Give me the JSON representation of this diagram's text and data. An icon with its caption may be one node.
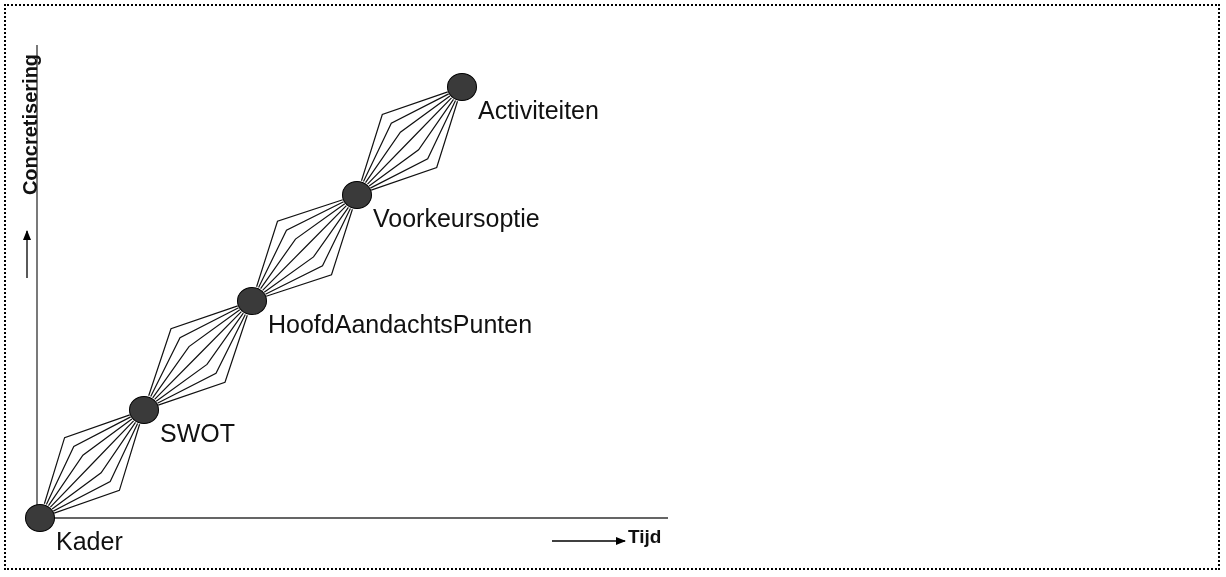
{
  "diagram": {
    "nodes": [
      {
        "text": [],
        "shape": "circle",
        "beside": [
          "Kader"
        ]
      },
      {
        "text": [],
        "shape": "circle",
        "beside": [
          "SWOT"
        ]
      },
      {
        "text": [],
        "shape": "circle",
        "beside": [
          "HoofdAandachtsPunten"
        ]
      },
      {
        "text": [],
        "shape": "circle",
        "beside": [
          "Voorkeursoptie"
        ]
      },
      {
        "text": [],
        "shape": "circle",
        "beside": [
          "Activiteiten"
        ]
      }
    ],
    "edges": [
      {
        "from": 0,
        "to": 1,
        "arrow": "none"
      },
      {
        "from": 1,
        "to": 2,
        "arrow": "none"
      },
      {
        "from": 2,
        "to": 3,
        "arrow": "none"
      },
      {
        "from": 3,
        "to": 4,
        "arrow": "none"
      }
    ],
    "labels": [
      "Concretisering",
      "Tijd"
    ]
  }
}
